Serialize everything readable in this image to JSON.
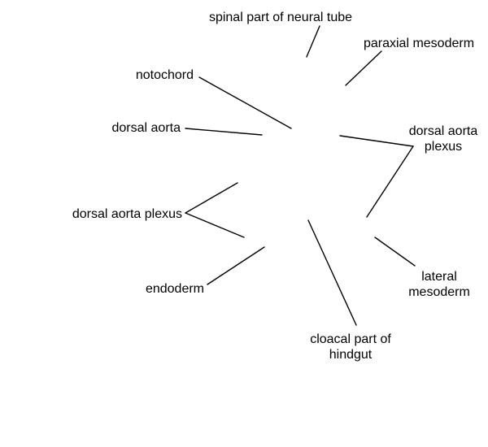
{
  "labels": {
    "spinal_neural_tube": [
      "spinal part of neural tube"
    ],
    "paraxial_mesoderm": [
      "paraxial mesoderm"
    ],
    "notochord": [
      "notochord"
    ],
    "dorsal_aorta": [
      "dorsal aorta"
    ],
    "dorsal_aorta_plexus_right": [
      "dorsal aorta",
      "plexus"
    ],
    "dorsal_aorta_plexus_left": [
      "dorsal aorta plexus"
    ],
    "lateral_mesoderm": [
      "lateral",
      "mesoderm"
    ],
    "endoderm": [
      "endoderm"
    ],
    "cloacal_hindgut": [
      "cloacal part of",
      "hindgut"
    ]
  },
  "colors": {
    "line": "#000000",
    "text": "#000000",
    "background": "#ffffff"
  }
}
